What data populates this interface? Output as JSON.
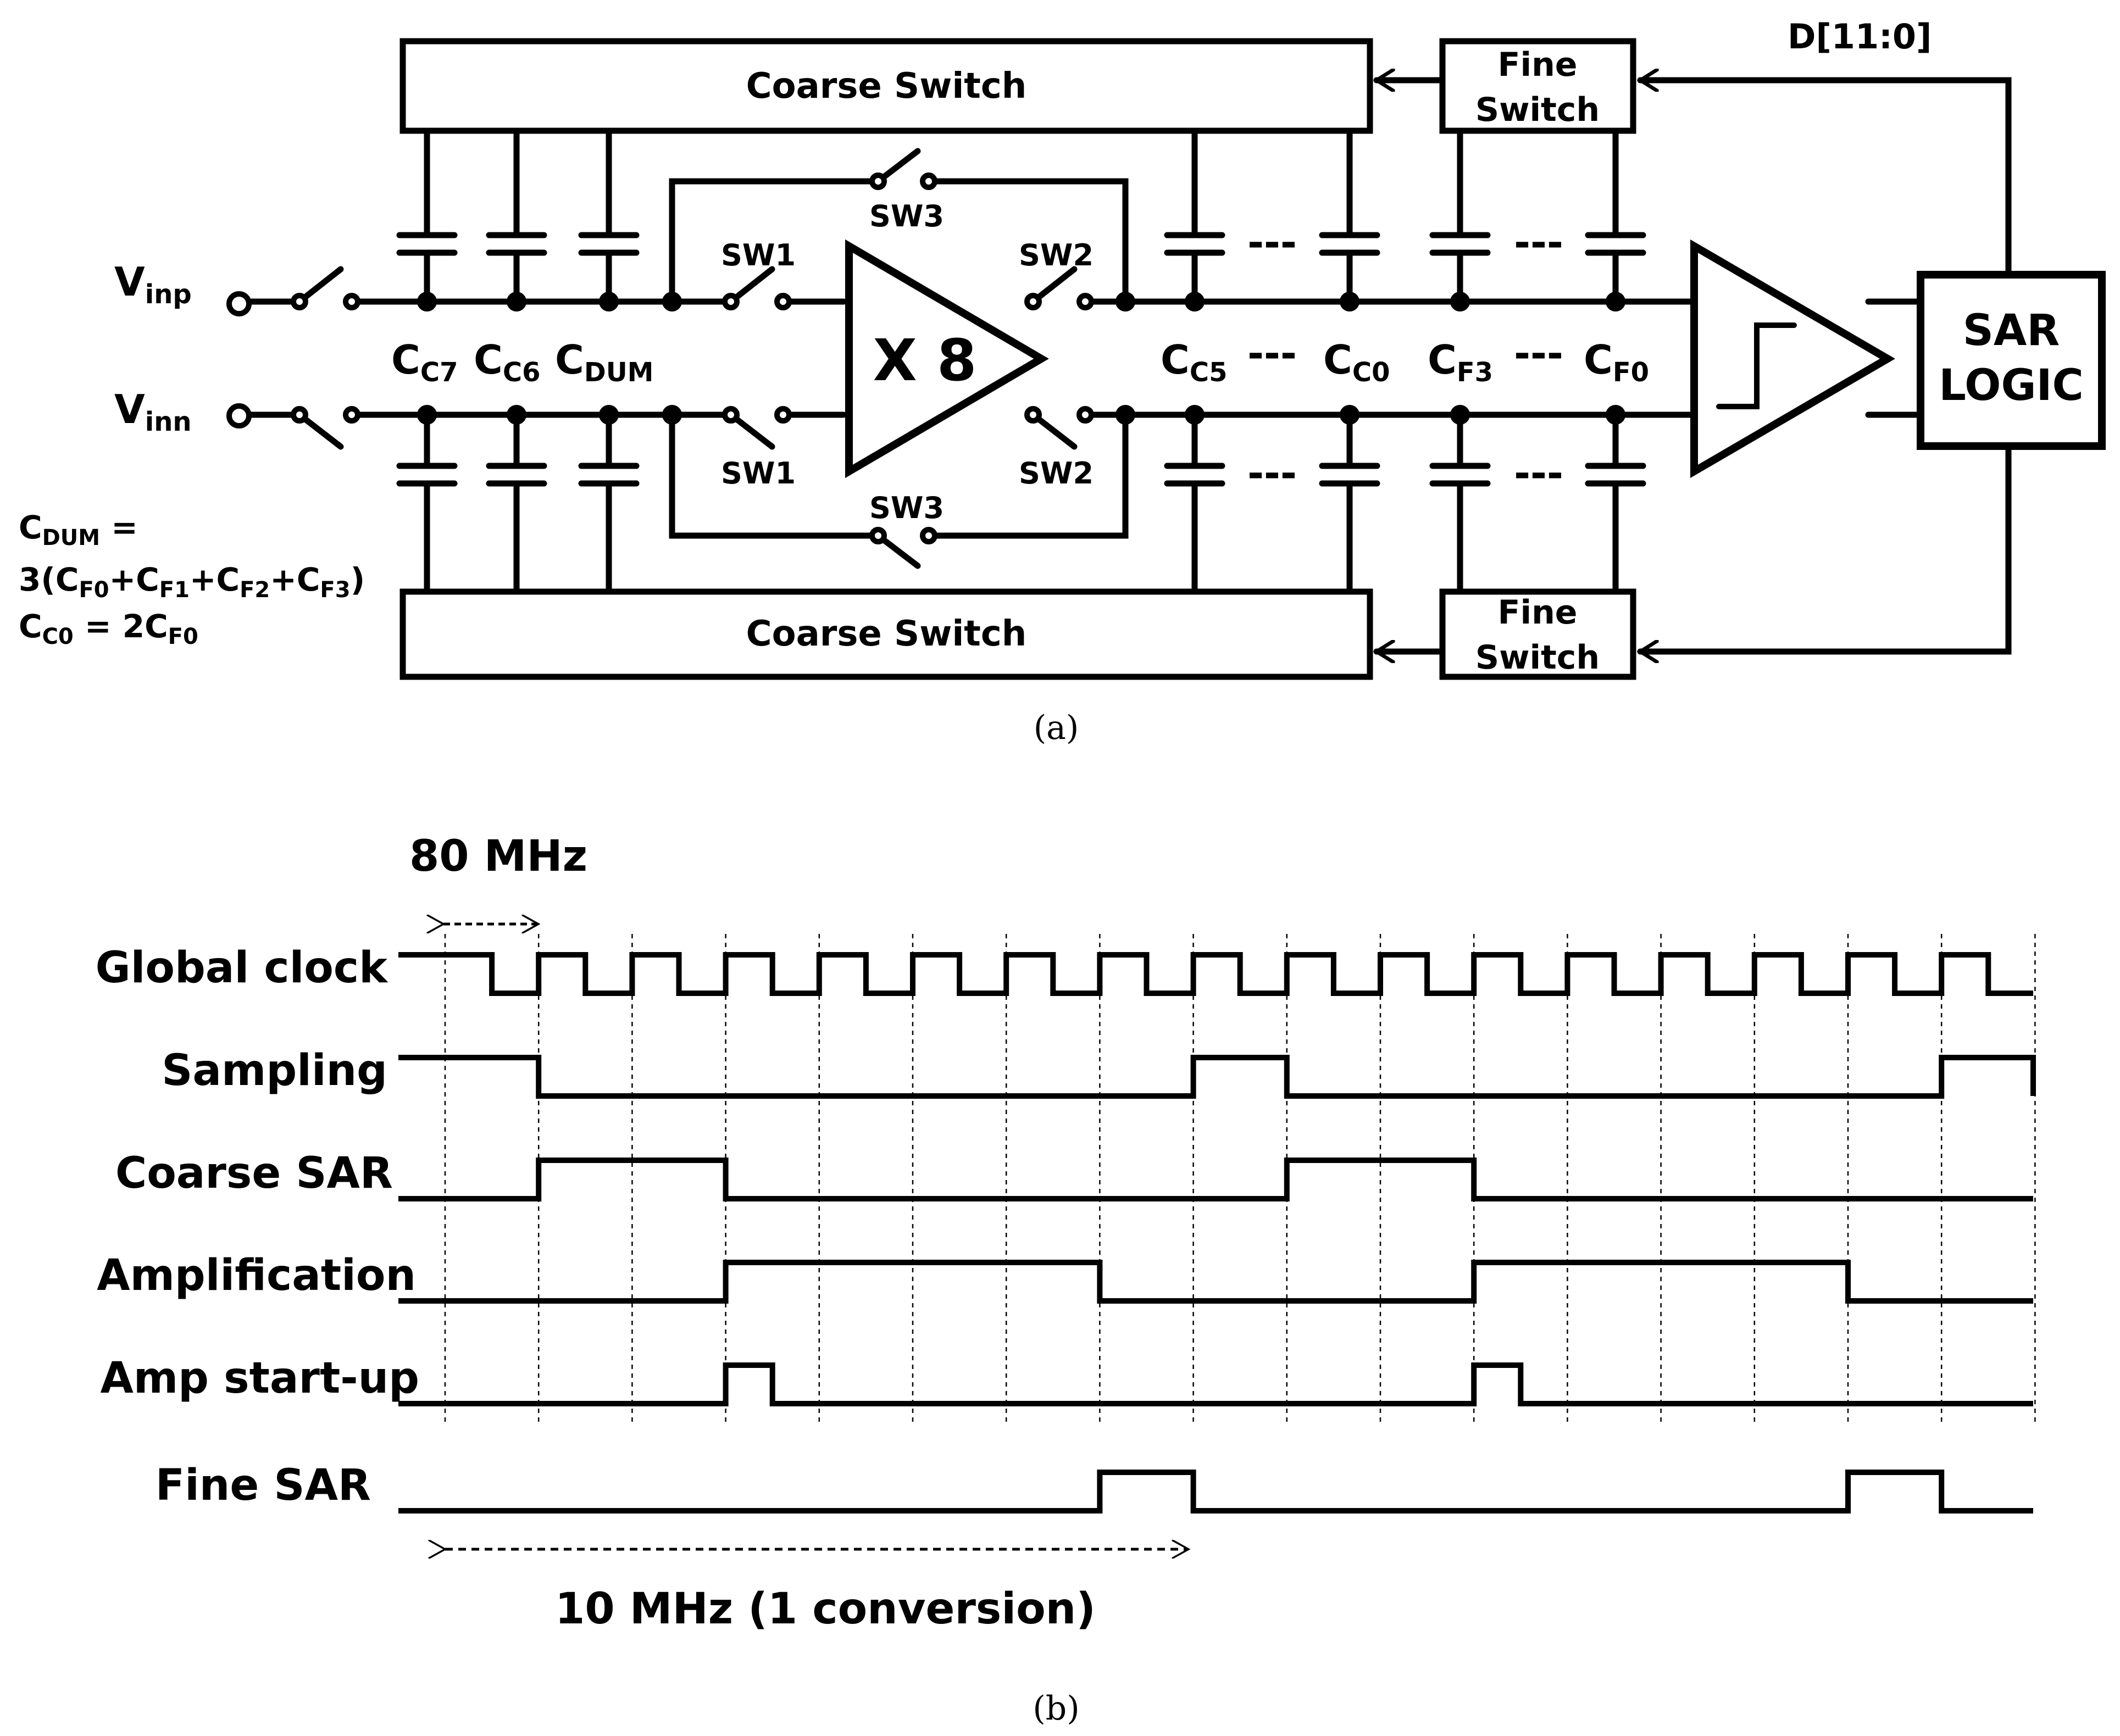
{
  "schematic": {
    "coarse_switch_top": "Coarse Switch",
    "coarse_switch_bottom": "Coarse Switch",
    "fine_switch_top": [
      "Fine",
      "Switch"
    ],
    "fine_switch_bottom": [
      "Fine",
      "Switch"
    ],
    "d_bus": "D[11:0]",
    "amplifier_gain": "X 8",
    "sar_logic": [
      "SAR",
      "LOGIC"
    ],
    "inputs": {
      "p": [
        "V",
        "inp"
      ],
      "n": [
        "V",
        "inn"
      ]
    },
    "switch_labels": {
      "sw1": "SW1",
      "sw2": "SW2",
      "sw3": "SW3"
    },
    "capacitors": {
      "cc7": [
        "C",
        "C7"
      ],
      "cc6": [
        "C",
        "C6"
      ],
      "cdum": [
        "C",
        "DUM"
      ],
      "cc5": [
        "C",
        "C5"
      ],
      "cc0": [
        "C",
        "C0"
      ],
      "cf3": [
        "C",
        "F3"
      ],
      "cf0": [
        "C",
        "F0"
      ]
    },
    "dots": "---",
    "notes": {
      "line1_c": "C",
      "line1_sub": "DUM",
      "line1_eq": " =",
      "line2": [
        {
          "t": "3(C"
        },
        {
          "t": "F0",
          "sub": true
        },
        {
          "t": "+C"
        },
        {
          "t": "F1",
          "sub": true
        },
        {
          "t": "+C"
        },
        {
          "t": "F2",
          "sub": true
        },
        {
          "t": "+C"
        },
        {
          "t": "F3",
          "sub": true
        },
        {
          "t": ")"
        }
      ],
      "line3": [
        {
          "t": "C"
        },
        {
          "t": "C0",
          "sub": true
        },
        {
          "t": " = 2C"
        },
        {
          "t": "F0",
          "sub": true
        }
      ]
    },
    "caption": "(a)"
  },
  "timing": {
    "clock_annotation": "80 MHz",
    "conversion_annotation": "10 MHz (1 conversion)",
    "caption": "(b)",
    "signals": [
      {
        "name": "Global clock",
        "values": [
          1,
          0,
          1,
          0,
          1,
          0,
          1,
          0,
          1,
          0,
          1,
          0,
          1,
          0,
          1,
          0,
          1,
          0,
          1,
          0,
          1,
          0,
          1,
          0,
          1,
          0,
          1,
          0,
          1,
          0,
          1,
          0,
          1,
          0
        ]
      },
      {
        "name": "Sampling",
        "values": [
          1,
          1,
          0,
          0,
          0,
          0,
          0,
          0,
          0,
          0,
          0,
          0,
          0,
          0,
          0,
          0,
          1,
          1,
          0,
          0,
          0,
          0,
          0,
          0,
          0,
          0,
          0,
          0,
          0,
          0,
          0,
          0,
          1,
          1
        ]
      },
      {
        "name": "Coarse SAR",
        "values": [
          0,
          0,
          1,
          1,
          1,
          1,
          0,
          0,
          0,
          0,
          0,
          0,
          0,
          0,
          0,
          0,
          0,
          0,
          1,
          1,
          1,
          1,
          0,
          0,
          0,
          0,
          0,
          0,
          0,
          0,
          0,
          0,
          0,
          0
        ]
      },
      {
        "name": "Amplification",
        "values": [
          0,
          0,
          0,
          0,
          0,
          0,
          1,
          1,
          1,
          1,
          1,
          1,
          1,
          1,
          0,
          0,
          0,
          0,
          0,
          0,
          0,
          0,
          1,
          1,
          1,
          1,
          1,
          1,
          1,
          1,
          0,
          0,
          0,
          0
        ]
      },
      {
        "name": "Amp start-up",
        "values": [
          0,
          0,
          0,
          0,
          0,
          0,
          1,
          0,
          0,
          0,
          0,
          0,
          0,
          0,
          0,
          0,
          0,
          0,
          0,
          0,
          0,
          0,
          1,
          0,
          0,
          0,
          0,
          0,
          0,
          0,
          0,
          0,
          0,
          0
        ]
      },
      {
        "name": "Fine SAR",
        "values": [
          0,
          0,
          0,
          0,
          0,
          0,
          0,
          0,
          0,
          0,
          0,
          0,
          0,
          0,
          1,
          1,
          0,
          0,
          0,
          0,
          0,
          0,
          0,
          0,
          0,
          0,
          0,
          0,
          0,
          0,
          1,
          1,
          0,
          0
        ]
      }
    ]
  }
}
